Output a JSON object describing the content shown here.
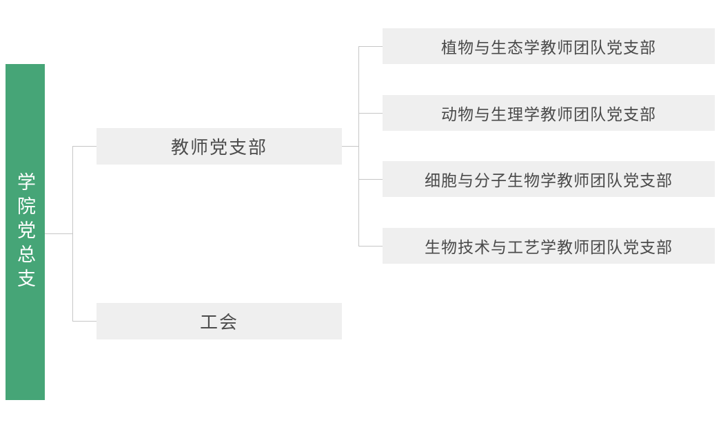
{
  "org_chart": {
    "type": "org-tree",
    "root": {
      "label": "学院党总支"
    },
    "level2": [
      {
        "label": "教师党支部"
      },
      {
        "label": "工会"
      }
    ],
    "level3": [
      {
        "label": "植物与生态学教师团队党支部"
      },
      {
        "label": "动物与生理学教师团队党支部"
      },
      {
        "label": "细胞与分子生物学教师团队党支部"
      },
      {
        "label": "生物技术与工艺学教师团队党支部"
      }
    ],
    "edges": [
      {
        "from": "学院党总支",
        "to": "教师党支部"
      },
      {
        "from": "学院党总支",
        "to": "工会"
      },
      {
        "from": "教师党支部",
        "to": "植物与生态学教师团队党支部"
      },
      {
        "from": "教师党支部",
        "to": "动物与生理学教师团队党支部"
      },
      {
        "from": "教师党支部",
        "to": "细胞与分子生物学教师团队党支部"
      },
      {
        "from": "教师党支部",
        "to": "生物技术与工艺学教师团队党支部"
      }
    ],
    "colors": {
      "root_bg": "#46a577",
      "root_text": "#ffffff",
      "node_bg": "#efefef",
      "node_text": "#4d4d4d",
      "line": "#c6c6c6",
      "background": "#ffffff"
    }
  }
}
